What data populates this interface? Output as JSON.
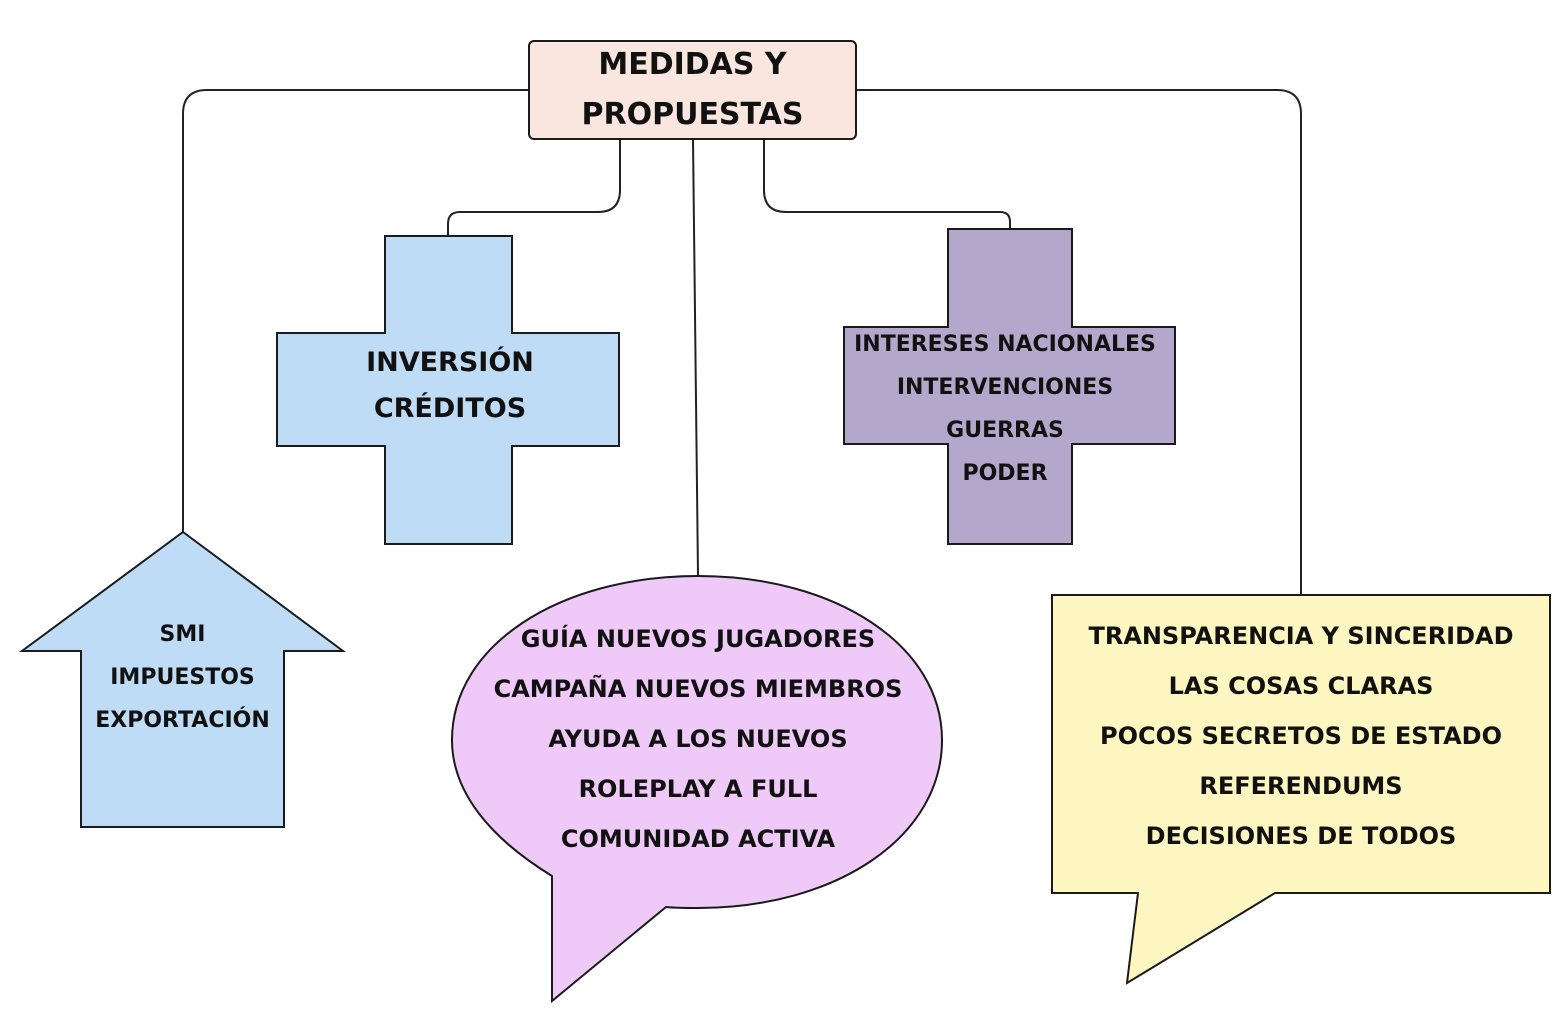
{
  "root": {
    "lines": [
      "MEDIDAS Y",
      "PROPUESTAS"
    ],
    "fill": "#f9e6de"
  },
  "economy": {
    "lines": [
      "SMI",
      "IMPUESTOS",
      "EXPORTACIÓN"
    ],
    "fill": "#bfdcf6"
  },
  "finance": {
    "lines": [
      "INVERSIÓN",
      "CRÉDITOS"
    ],
    "fill": "#bfdcf6"
  },
  "community": {
    "lines": [
      "GUÍA NUEVOS JUGADORES",
      "CAMPAÑA NUEVOS MIEMBROS",
      "AYUDA A LOS NUEVOS",
      "ROLEPLAY A FULL",
      "COMUNIDAD ACTIVA"
    ],
    "fill": "#efcaf9"
  },
  "foreign": {
    "lines": [
      "INTERESES  NACIONALES",
      "INTERVENCIONES",
      "GUERRAS",
      "PODER"
    ],
    "fill": "#b3a7cb"
  },
  "governance": {
    "lines": [
      "TRANSPARENCIA Y SINCERIDAD",
      "LAS COSAS CLARAS",
      "POCOS SECRETOS DE ESTADO",
      "REFERENDUMS",
      "DECISIONES DE TODOS"
    ],
    "fill": "#fdf6c1"
  },
  "colors": {
    "stroke": "#1a1a1a",
    "connector": "#222222"
  }
}
